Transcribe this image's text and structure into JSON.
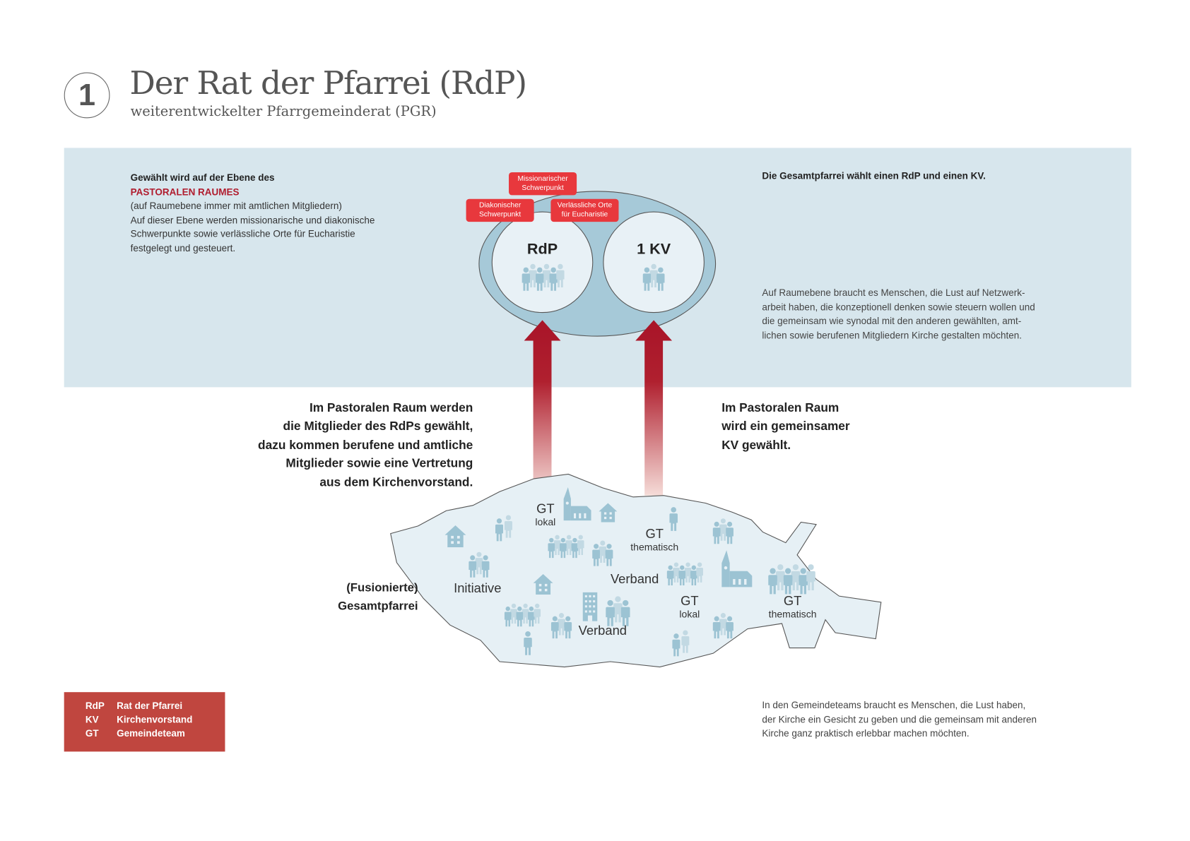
{
  "header": {
    "number": "1",
    "title": "Der Rat der Pfarrei (RdP)",
    "subtitle": "weiterentwickelter Pfarrgemeinderat (PGR)"
  },
  "top_left": {
    "line1": "Gewählt wird auf der Ebene des",
    "highlight": "PASTORALEN RAUMES",
    "lines": [
      "(auf Raumebene immer mit amtlichen Mitgliedern)",
      "Auf dieser Ebene werden missionarische und diakonische",
      "Schwerpunkte sowie verlässliche Orte für Eucharistie",
      "festgelegt und gesteuert."
    ]
  },
  "top_right": {
    "heading": "Die Gesamtpfarrei wählt einen RdP und einen KV.",
    "lines": [
      "Auf Raumebene braucht es Menschen, die Lust auf Netzwerk-",
      "arbeit haben, die konzeptionell denken sowie steuern wollen und",
      "die gemeinsam wie synodal mit den anderen gewählten, amt-",
      "lichen sowie berufenen Mitgliedern Kirche gestalten möchten."
    ]
  },
  "tags": [
    {
      "line1": "Missionarischer",
      "line2": "Schwerpunkt"
    },
    {
      "line1": "Diakonischer",
      "line2": "Schwerpunkt"
    },
    {
      "line1": "Verlässliche Orte",
      "line2": "für Eucharistie"
    }
  ],
  "circles": {
    "rdp": "RdP",
    "kv": "1 KV"
  },
  "middle_left": [
    "Im Pastoralen Raum werden",
    "die Mitglieder des RdPs gewählt,",
    "dazu kommen berufene und amtliche",
    "Mitglieder sowie eine Vertretung",
    "aus dem Kirchenvorstand."
  ],
  "middle_right": [
    "Im Pastoralen Raum",
    "wird ein gemeinsamer",
    "KV gewählt."
  ],
  "parish_label": [
    "(Fusionierte)",
    "Gesamtpfarrei"
  ],
  "map_labels": [
    {
      "main": "GT",
      "sub": "lokal"
    },
    {
      "main": "GT",
      "sub": "thematisch"
    },
    {
      "main": "Initiative",
      "sub": ""
    },
    {
      "main": "Verband",
      "sub": ""
    },
    {
      "main": "GT",
      "sub": "lokal"
    },
    {
      "main": "GT",
      "sub": "thematisch"
    },
    {
      "main": "Verband",
      "sub": ""
    }
  ],
  "legend": [
    {
      "abbr": "RdP",
      "full": "Rat der Pfarrei"
    },
    {
      "abbr": "KV",
      "full": "Kirchenvorstand"
    },
    {
      "abbr": "GT",
      "full": "Gemeindeteam"
    }
  ],
  "bottom_right": [
    "In den Gemeindeteams braucht es Menschen, die Lust haben,",
    "der Kirche ein Gesicht zu geben und die gemeinsam mit anderen",
    "Kirche ganz praktisch erlebbar machen möchten."
  ],
  "colors": {
    "band": "#d7e6ed",
    "ellipse": "#a6c9d8",
    "tag": "#e8383d",
    "arrow": "#a81428",
    "legend": "#c0463f",
    "icon": "#9cc3d3"
  }
}
